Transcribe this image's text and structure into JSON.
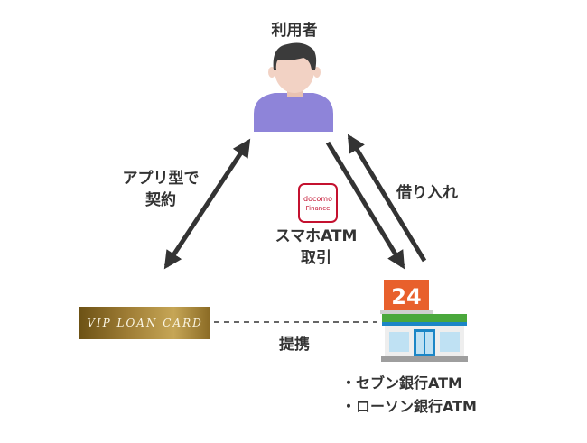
{
  "user": {
    "label": "利用者"
  },
  "contract": {
    "line1": "アプリ型で",
    "line2": "契約"
  },
  "borrow": {
    "label": "借り入れ"
  },
  "smartphone_atm": {
    "line1": "スマホATM",
    "line2": "取引",
    "logo_line1": "docomo",
    "logo_line2": "Finance"
  },
  "card": {
    "label": "VIP LOAN CARD"
  },
  "partnership": {
    "label": "提携"
  },
  "store": {
    "sign": "24"
  },
  "atms": [
    "・セブン銀行ATM",
    "・ローソン銀行ATM"
  ],
  "colors": {
    "person_shirt": "#8e84d9",
    "person_skin": "#f2d2c4",
    "person_hair": "#3b3b3b",
    "arrow": "#333333",
    "sign_orange": "#e8602c",
    "store_green": "#4aa83c",
    "store_blue": "#1b86c6",
    "docomo_red": "#c4112f",
    "card_gold": "#a07e36"
  }
}
